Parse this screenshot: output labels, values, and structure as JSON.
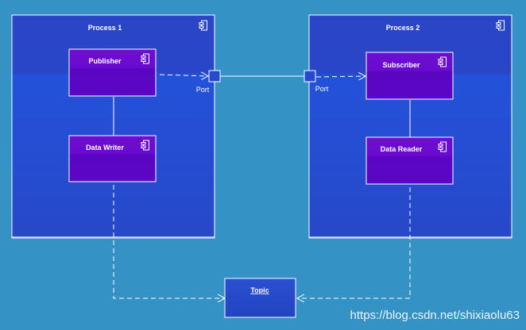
{
  "diagram": {
    "process1": {
      "title": "Process 1"
    },
    "process2": {
      "title": "Process 2"
    },
    "publisher": {
      "label": "Publisher"
    },
    "data_writer": {
      "label": "Data Writer"
    },
    "subscriber": {
      "label": "Subscriber"
    },
    "data_reader": {
      "label": "Data Reader"
    },
    "port_left": {
      "label": "Port"
    },
    "port_right": {
      "label": "Port"
    },
    "topic": {
      "label": "Topic"
    },
    "icon": "component-icon",
    "colors": {
      "background": "#3492c4",
      "process_fill": "#2549cf",
      "component_fill": "#6a06c8",
      "line": "#ffffff"
    }
  },
  "watermark": "https://blog.csdn.net/shixiaolu63"
}
